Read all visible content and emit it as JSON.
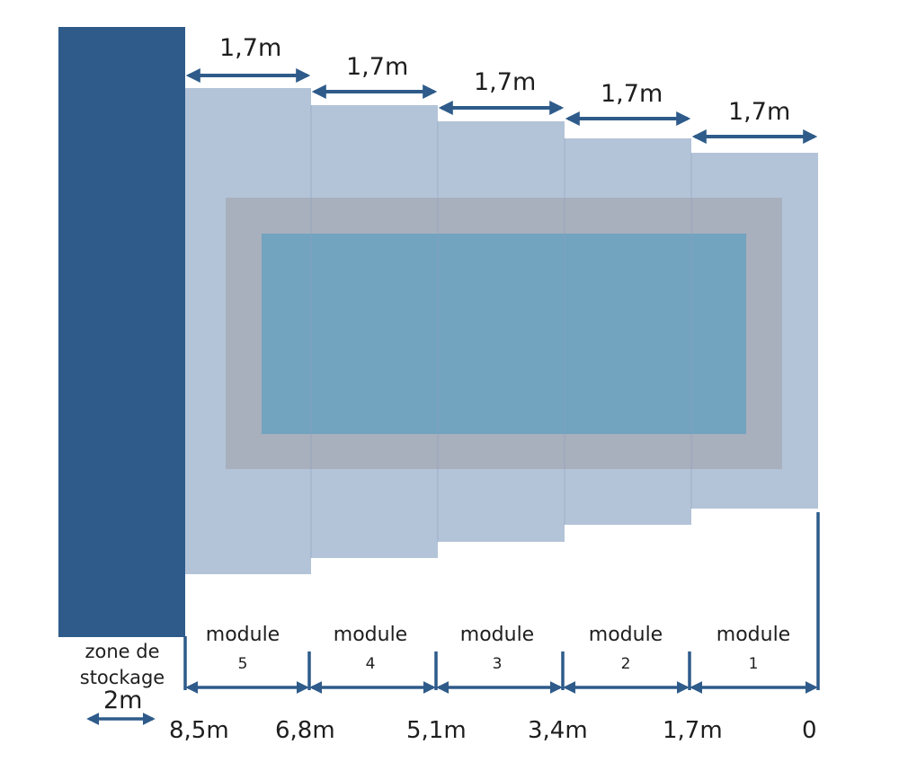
{
  "colors": {
    "storage_block": "#2e5b8a",
    "module_fill": "#b4c4d8",
    "pool_border": "#a8afbd",
    "pool_water": "#72a3bf",
    "arrow": "#2e5b8a",
    "text": "#1e1e1e"
  },
  "storage": {
    "label_line1": "zone de",
    "label_line2": "stockage",
    "width_label": "2m"
  },
  "modules": [
    {
      "word": "module",
      "number": "5",
      "width_label": "1,7m"
    },
    {
      "word": "module",
      "number": "4",
      "width_label": "1,7m"
    },
    {
      "word": "module",
      "number": "3",
      "width_label": "1,7m"
    },
    {
      "word": "module",
      "number": "2",
      "width_label": "1,7m"
    },
    {
      "word": "module",
      "number": "1",
      "width_label": "1,7m"
    }
  ],
  "ticks": [
    "8,5m",
    "6,8m",
    "5,1m",
    "3,4m",
    "1,7m",
    "0"
  ]
}
